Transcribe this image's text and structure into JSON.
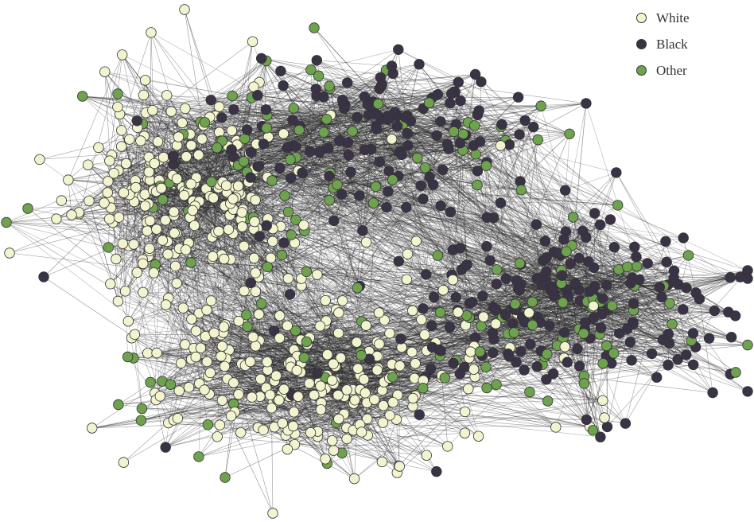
{
  "legend": {
    "items": [
      {
        "key": "white",
        "label": "White",
        "color": "#f2f4cf"
      },
      {
        "key": "black",
        "label": "Black",
        "color": "#3a3346"
      },
      {
        "key": "other",
        "label": "Other",
        "color": "#6fa24e"
      }
    ]
  },
  "colors": {
    "edge": "#2a2a2a",
    "node_outline": "#333333",
    "background": "#ffffff"
  }
}
